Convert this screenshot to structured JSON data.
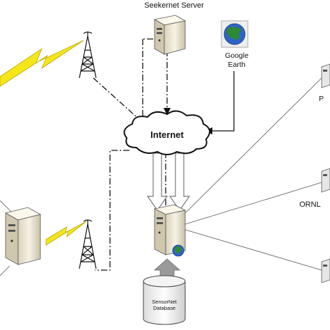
{
  "labels": {
    "seekernet_server": "Seekernet Server",
    "google_earth": "Google\nEarth",
    "internet": "Internet",
    "p_partial": "P",
    "ornl_partial": "ORNL",
    "sensornet_db": "SensorNet\nDatabase"
  },
  "colors": {
    "lightning": "#f5e61c",
    "server_body": "#f0ebd9",
    "globe_sea": "#2f63c8",
    "globe_land": "#2e8a2f",
    "arrow_gray": "#9a9a9a"
  }
}
